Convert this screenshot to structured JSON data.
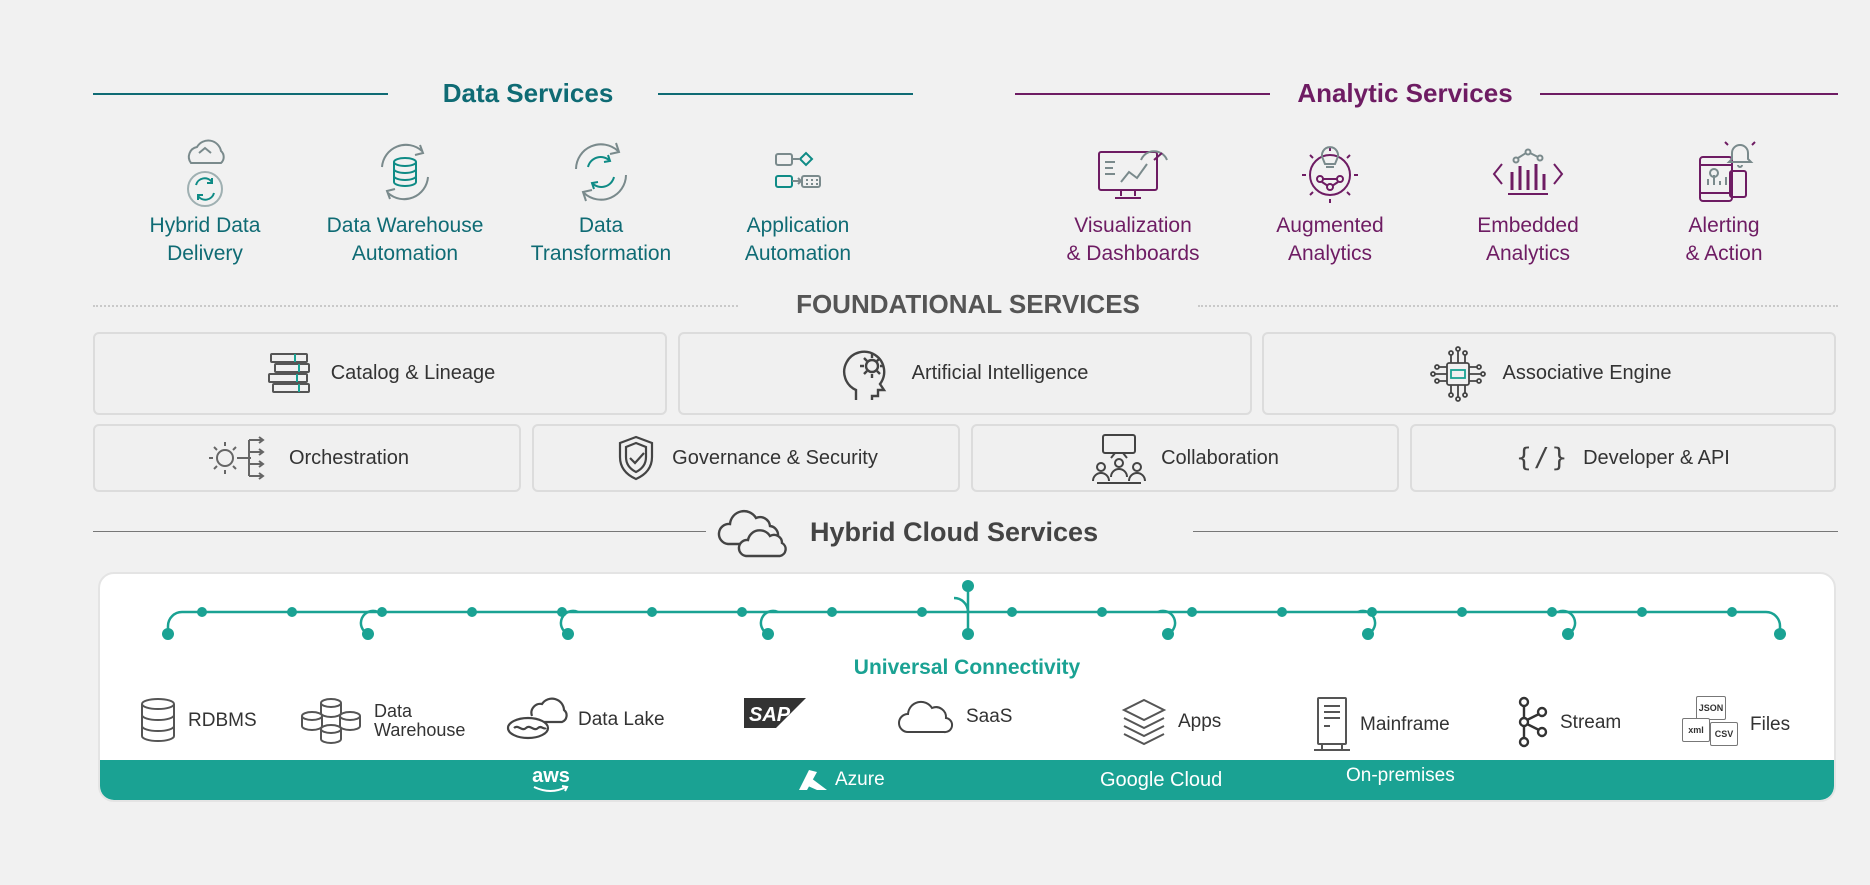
{
  "data_services": {
    "title": "Data Services",
    "color": "#0f6b74",
    "items": [
      {
        "line1": "Hybrid Data",
        "line2": "Delivery",
        "icon": "hybrid-data-delivery-icon"
      },
      {
        "line1": "Data Warehouse",
        "line2": "Automation",
        "icon": "data-warehouse-automation-icon"
      },
      {
        "line1": "Data",
        "line2": "Transformation",
        "icon": "data-transformation-icon"
      },
      {
        "line1": "Application",
        "line2": "Automation",
        "icon": "application-automation-icon"
      }
    ]
  },
  "analytic_services": {
    "title": "Analytic Services",
    "color": "#6e1c63",
    "items": [
      {
        "line1": "Visualization",
        "line2": "& Dashboards",
        "icon": "visualization-dashboard-icon"
      },
      {
        "line1": "Augmented",
        "line2": "Analytics",
        "icon": "augmented-analytics-icon"
      },
      {
        "line1": "Embedded",
        "line2": "Analytics",
        "icon": "embedded-analytics-icon"
      },
      {
        "line1": "Alerting",
        "line2": "& Action",
        "icon": "alerting-action-icon"
      }
    ]
  },
  "foundational": {
    "title": "FOUNDATIONAL SERVICES",
    "row1": [
      {
        "label": "Catalog & Lineage",
        "icon": "books-icon"
      },
      {
        "label": "Artificial Intelligence",
        "icon": "head-gear-icon"
      },
      {
        "label": "Associative Engine",
        "icon": "chip-icon"
      }
    ],
    "row2": [
      {
        "label": "Orchestration",
        "icon": "gear-arrows-icon"
      },
      {
        "label": "Governance & Security",
        "icon": "shield-check-icon"
      },
      {
        "label": "Collaboration",
        "icon": "people-meeting-icon"
      },
      {
        "label": "Developer & API",
        "icon": "code-brackets-icon",
        "glyph": "{/}"
      }
    ]
  },
  "hybrid_cloud": {
    "title": "Hybrid Cloud Services",
    "icon": "cloud-icon"
  },
  "connectivity": {
    "label": "Universal Connectivity",
    "accent": "#1aa293",
    "sources": [
      {
        "label": "RDBMS",
        "icon": "database-icon"
      },
      {
        "label": "Data Warehouse",
        "line1": "Data",
        "line2": "Warehouse",
        "icon": "warehouse-stack-icon"
      },
      {
        "label": "Data Lake",
        "icon": "data-lake-icon"
      },
      {
        "label": "SAP",
        "icon": "sap-logo-icon"
      },
      {
        "label": "SaaS",
        "icon": "saas-cloud-icon"
      },
      {
        "label": "Apps",
        "icon": "layers-icon"
      },
      {
        "label": "Mainframe",
        "icon": "server-icon"
      },
      {
        "label": "Stream",
        "icon": "stream-icon"
      },
      {
        "label": "Files",
        "icon": "files-icon",
        "badges": [
          "JSON",
          "xml",
          "CSV"
        ]
      }
    ],
    "clouds": [
      {
        "label": "aws",
        "icon": "aws-logo-icon"
      },
      {
        "label": "Azure",
        "icon": "azure-logo-icon"
      },
      {
        "label": "Google Cloud",
        "icon": "google-cloud-logo-icon"
      },
      {
        "label": "On-premises",
        "icon": ""
      }
    ]
  }
}
